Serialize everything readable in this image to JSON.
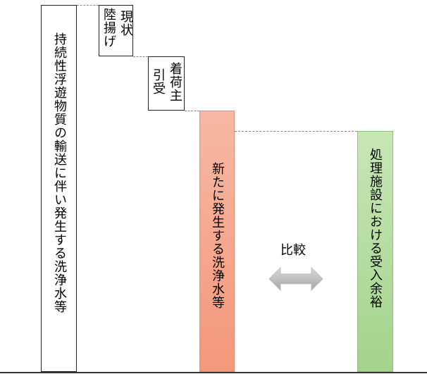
{
  "diagram": {
    "main_column_text": "持続性浮遊物質の輸送に伴い発生する洗浄水等",
    "box_current": {
      "col1": "現状",
      "col2": "陸揚げ"
    },
    "box_consignee": {
      "col1": "着荷主",
      "col2": "引受"
    },
    "new_wash_text": "新たに発生する洗浄水等",
    "facility_capacity_text": "処理施設における受入余裕",
    "compare_label": "比較",
    "colors": {
      "new_wash_bar": "#f4a283",
      "facility_bar": "#a9d18e",
      "arrow": "#bfbfbf"
    }
  }
}
